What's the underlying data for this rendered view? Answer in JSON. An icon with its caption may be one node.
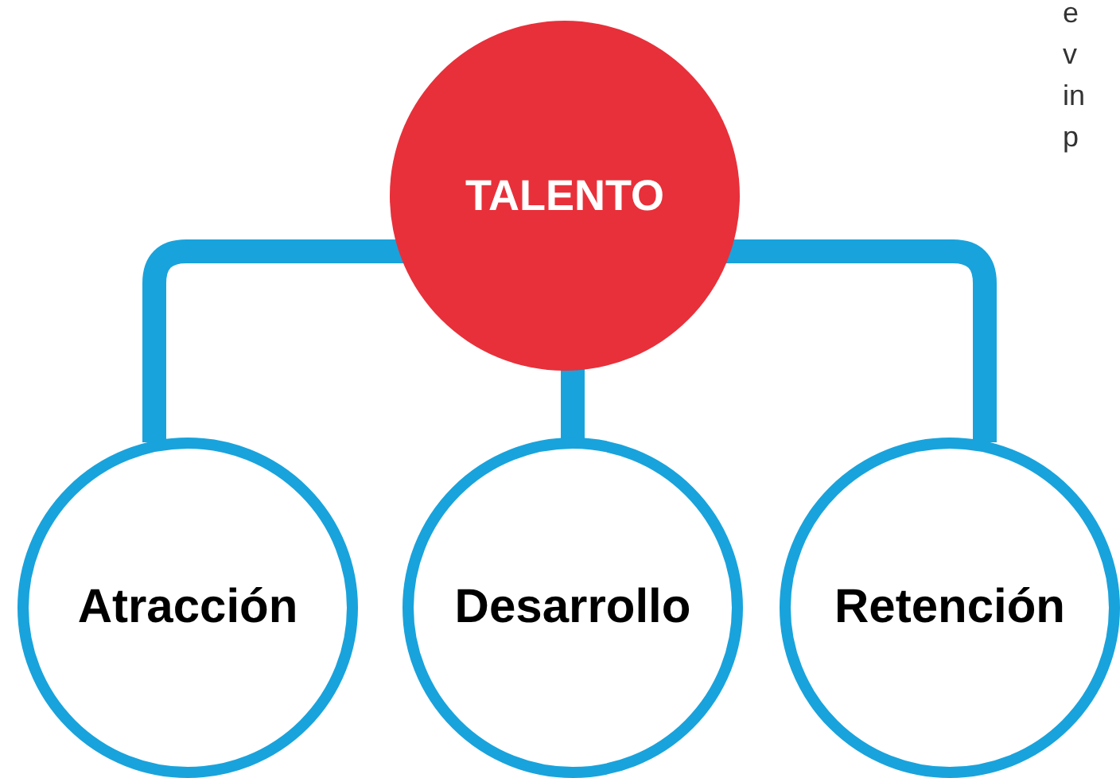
{
  "diagram": {
    "nodes": [
      {
        "text": [
          "TALENTO"
        ]
      },
      {
        "text": [
          "Atracción"
        ]
      },
      {
        "text": [
          "Desarrollo"
        ]
      },
      {
        "text": [
          "Retención"
        ]
      }
    ],
    "edges": [
      {
        "from": 0,
        "to": 1,
        "arrow": "none"
      },
      {
        "from": 0,
        "to": 2,
        "arrow": "none"
      },
      {
        "from": 0,
        "to": 3,
        "arrow": "none"
      }
    ],
    "labels": [
      "e",
      "v",
      "in",
      "p"
    ]
  }
}
